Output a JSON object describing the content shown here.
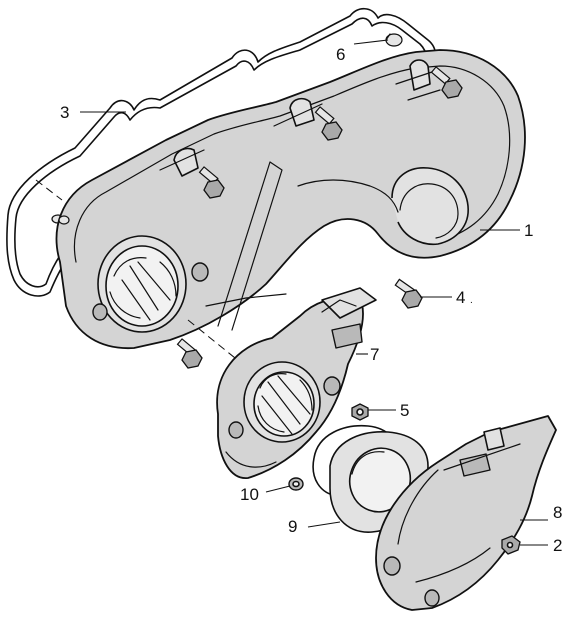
{
  "callouts": [
    {
      "id": "1",
      "label": "1"
    },
    {
      "id": "2",
      "label": "2"
    },
    {
      "id": "3",
      "label": "3"
    },
    {
      "id": "4",
      "label": "4"
    },
    {
      "id": "5",
      "label": "5"
    },
    {
      "id": "6",
      "label": "6"
    },
    {
      "id": "7",
      "label": "7"
    },
    {
      "id": "8",
      "label": "8"
    },
    {
      "id": "9",
      "label": "9"
    },
    {
      "id": "10",
      "label": "10"
    }
  ],
  "marks": {
    "dot_after_4": "."
  }
}
